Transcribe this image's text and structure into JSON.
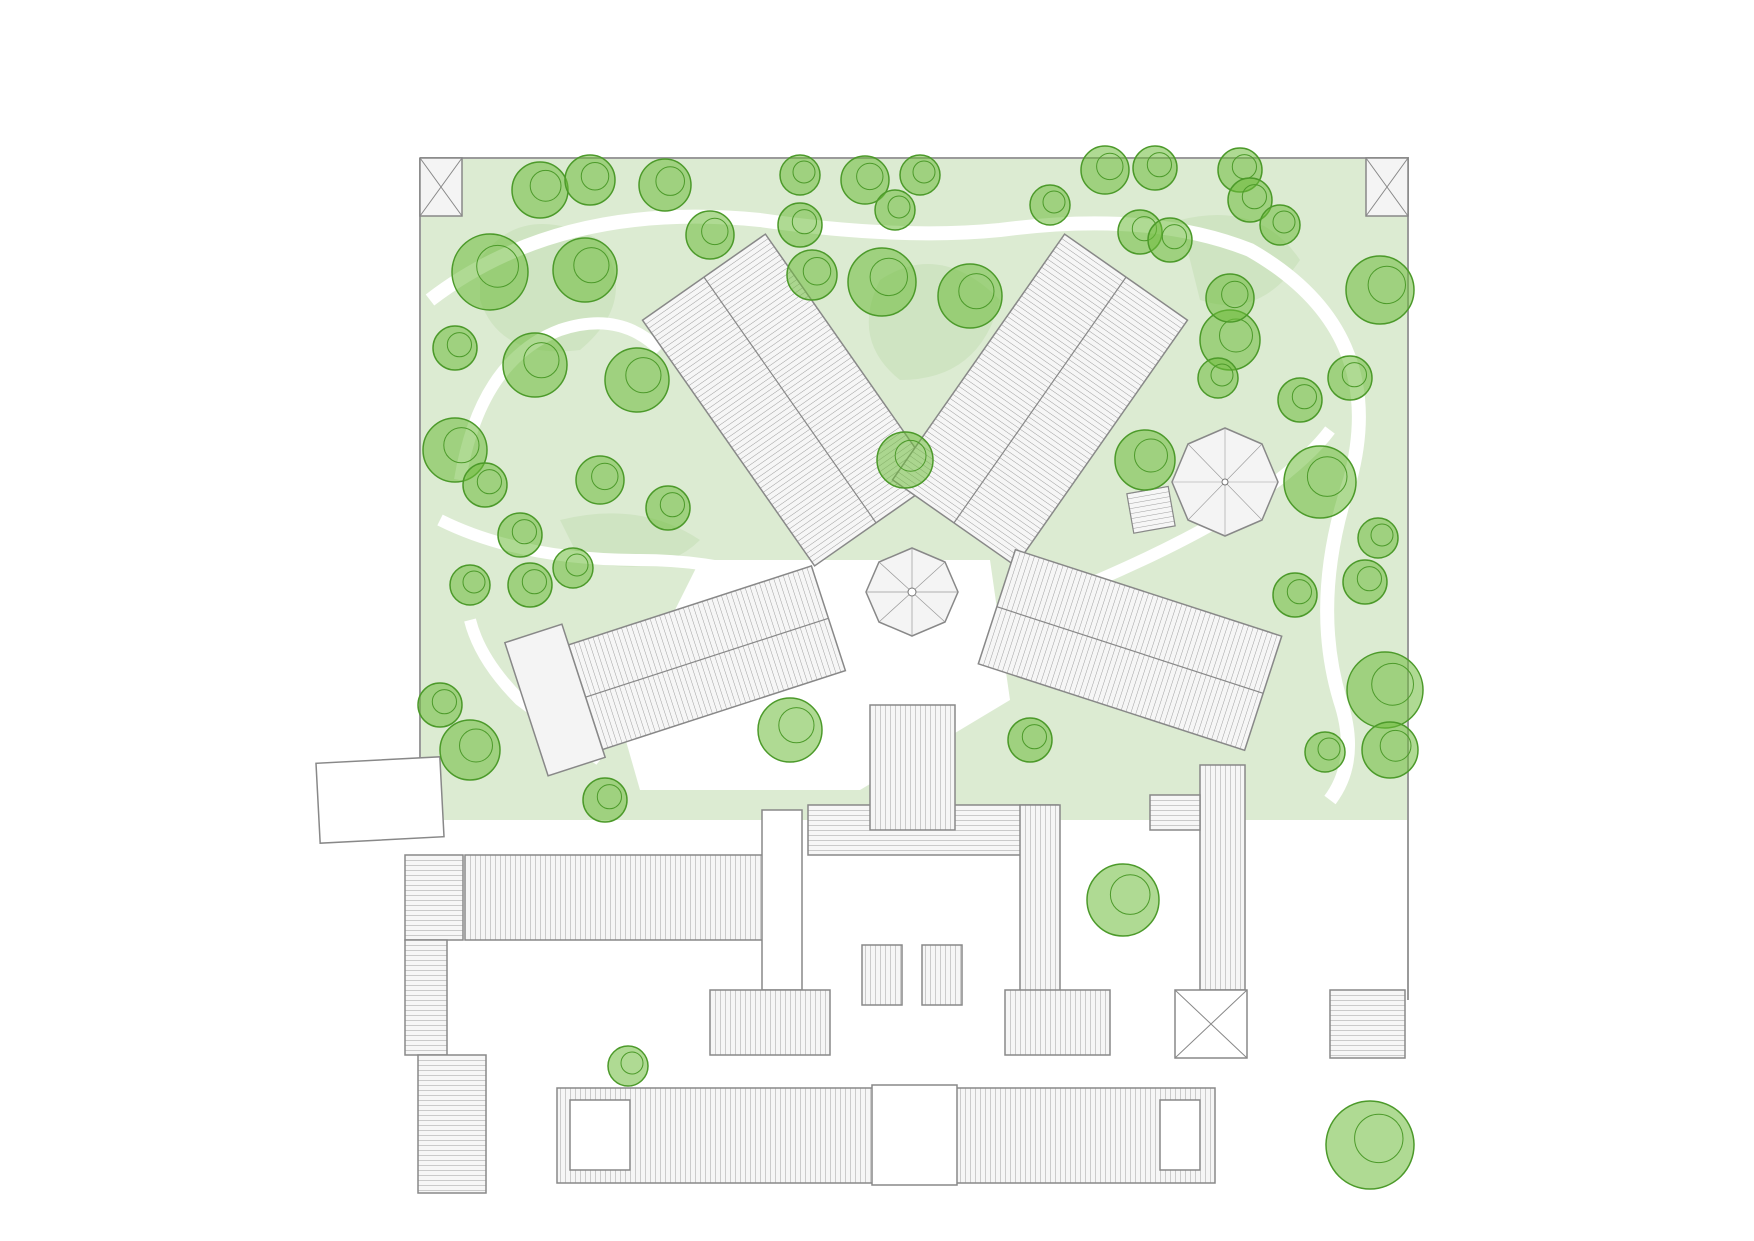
{
  "map": {
    "kind": "site-plan",
    "labels": [],
    "colors": {
      "background": "#ffffff",
      "lawn": "#dcebd2",
      "lawn_dark": "#cfe4c2",
      "path": "#ffffff",
      "tree_fill": "#6dbb3b",
      "tree_stroke": "#4c9a2a",
      "roof_stroke": "#8a8a8a",
      "roof_fill": "#f4f4f4",
      "wall": "#9a9a9a"
    },
    "features": [
      {
        "name": "garden",
        "type": "lawn"
      },
      {
        "name": "central-rotunda",
        "type": "building"
      },
      {
        "name": "north-west-wing",
        "type": "building"
      },
      {
        "name": "north-east-wing",
        "type": "building"
      },
      {
        "name": "east-wing",
        "type": "building"
      },
      {
        "name": "west-wing",
        "type": "building"
      },
      {
        "name": "pavilion",
        "type": "building"
      },
      {
        "name": "main-building",
        "type": "building"
      },
      {
        "name": "trees",
        "type": "vegetation"
      }
    ]
  }
}
